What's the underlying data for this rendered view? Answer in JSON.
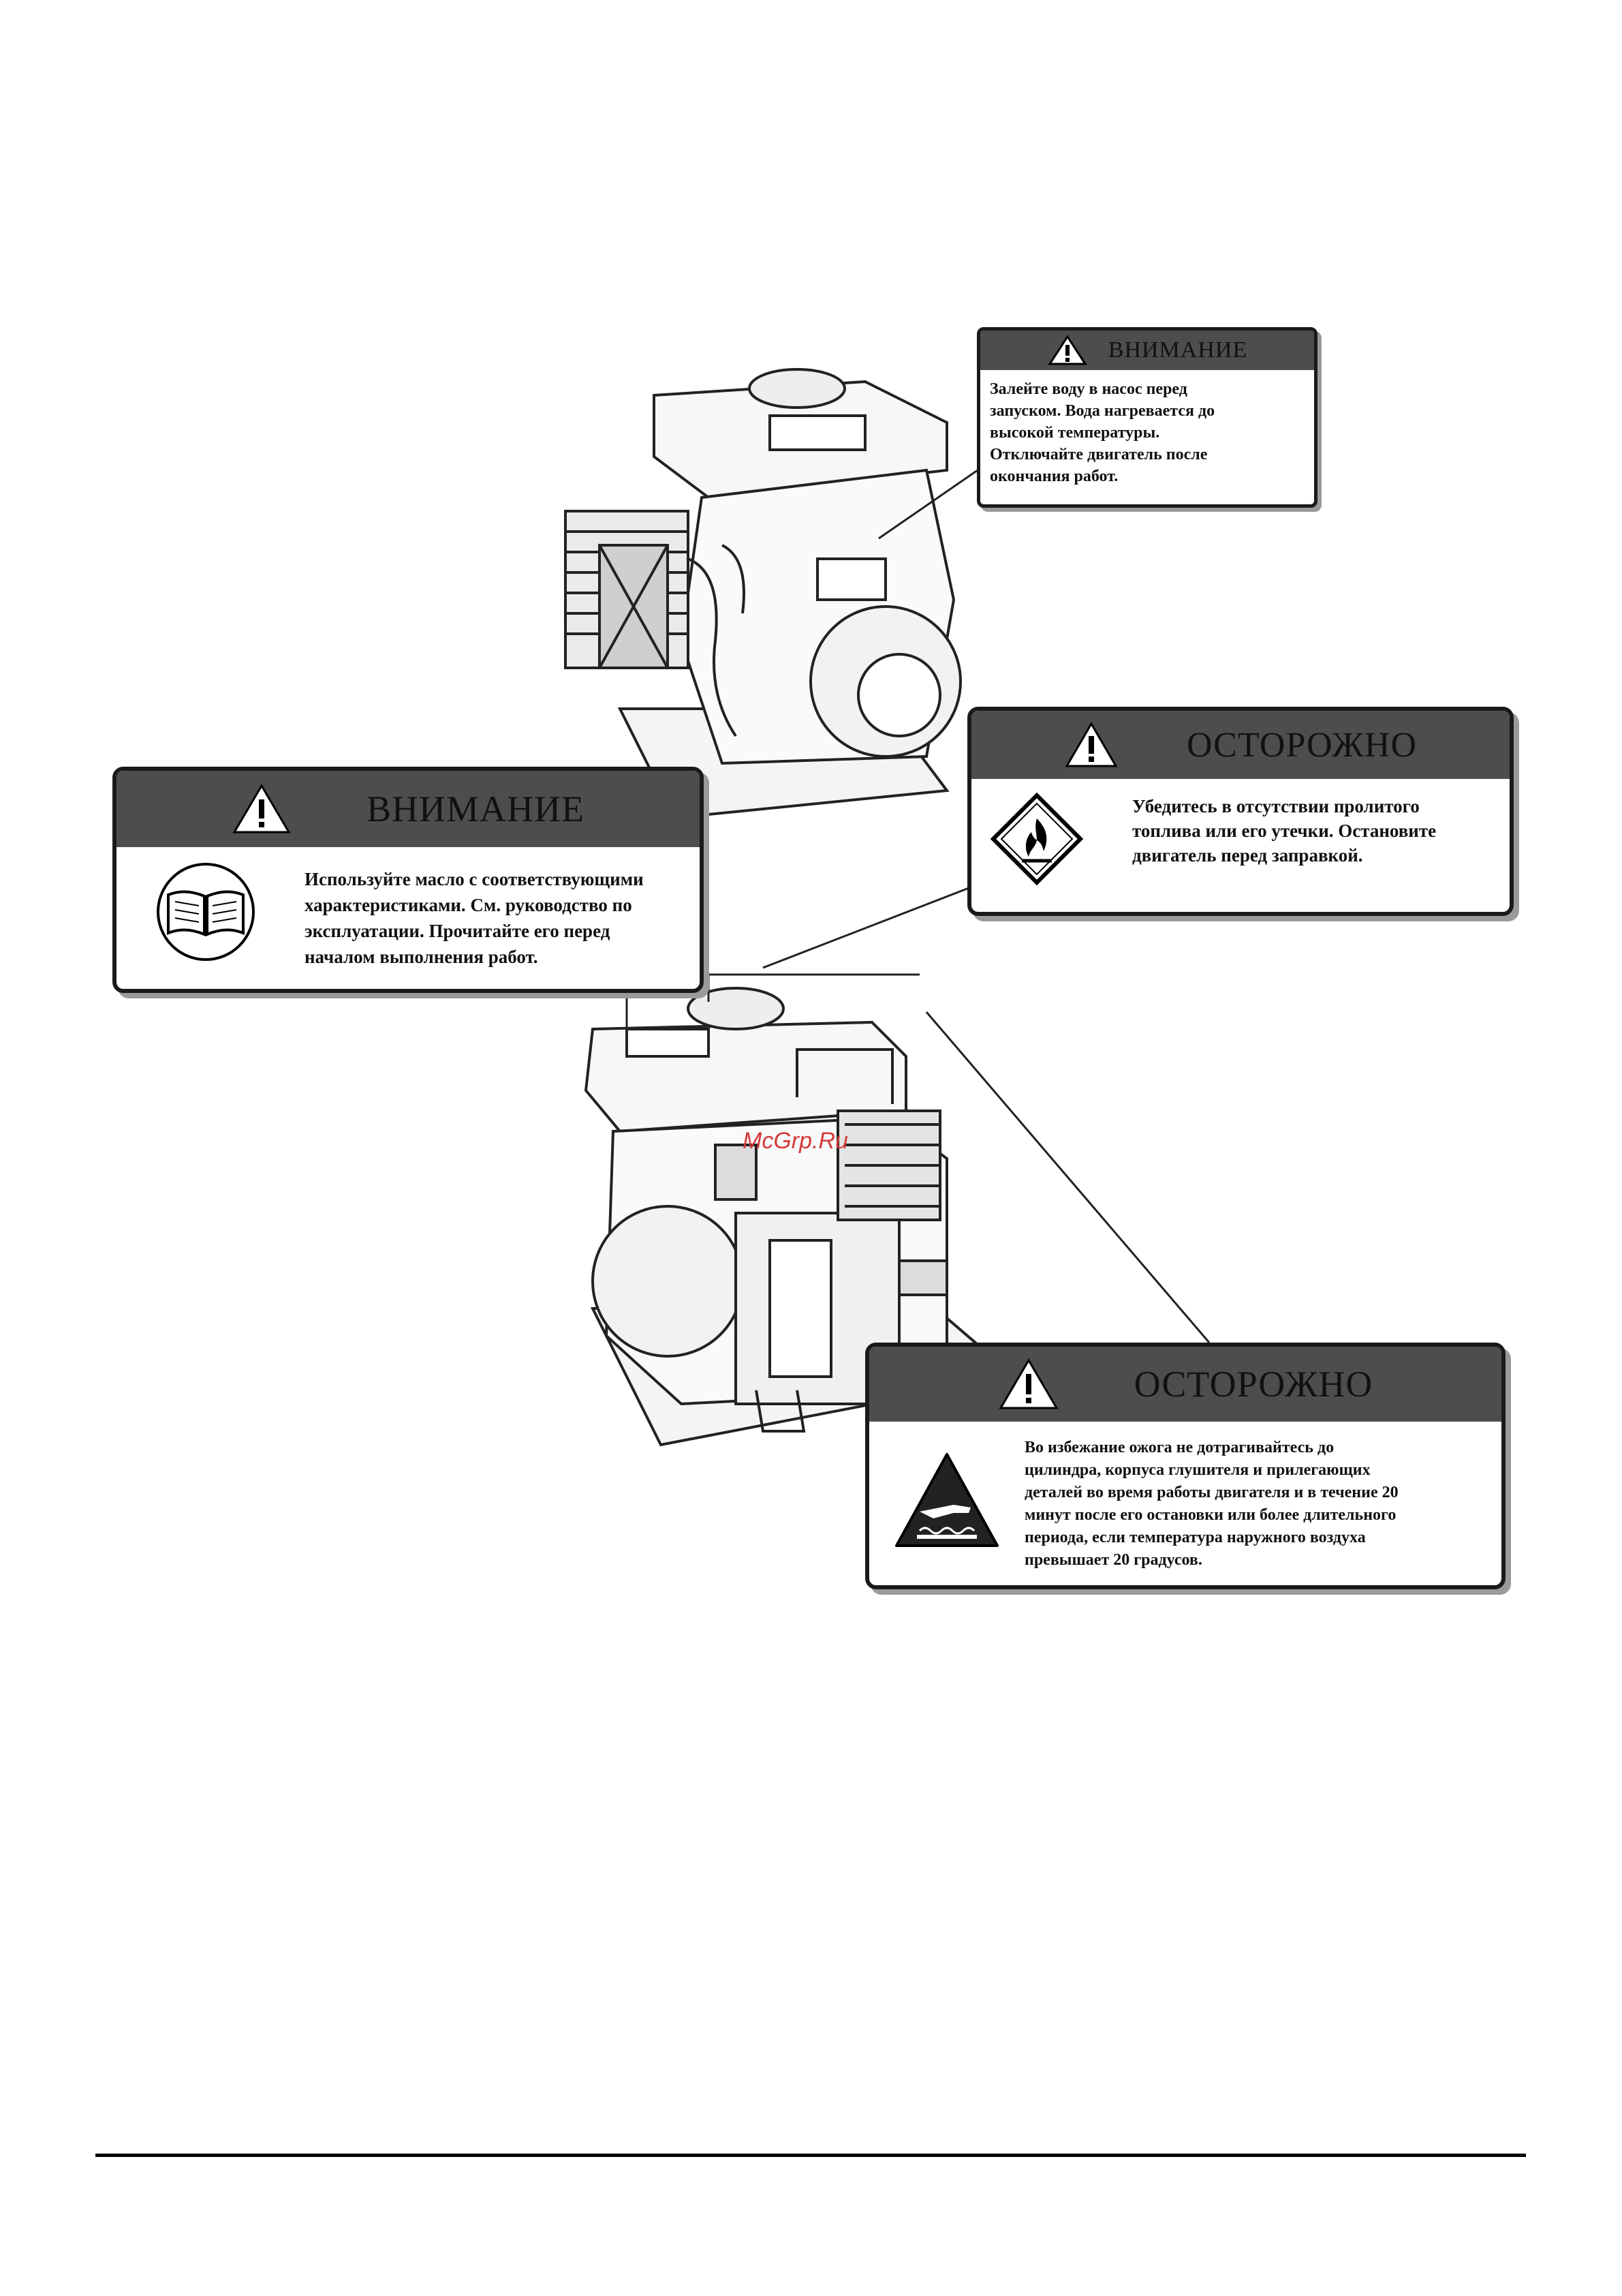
{
  "labels": {
    "top_attention": {
      "title": "ВНИМАНИЕ",
      "lines": [
        "Залейте воду в насос перед",
        "запуском. Вода нагревается до",
        "высокой температуры.",
        "Отключайте двигатель после",
        "окончания работ."
      ]
    },
    "left_attention": {
      "title": "ВНИМАНИЕ",
      "icon": "manual-book-icon",
      "lines": [
        "Используйте масло с соответствующими",
        "характеристиками. См. руководство по",
        "эксплуатации. Прочитайте его перед",
        "началом выполнения работ."
      ]
    },
    "fuel_caution": {
      "title": "ОСТОРОЖНО",
      "icon": "flammable-icon",
      "lines": [
        "Убедитесь в отсутствии пролитого",
        "топлива или его утечки. Остановите",
        "двигатель перед заправкой."
      ]
    },
    "burn_caution": {
      "title": "ОСТОРОЖНО",
      "icon": "hot-surface-icon",
      "lines": [
        "Во избежание ожога не дотрагивайтесь до",
        "цилиндра, корпуса глушителя и прилегающих",
        "деталей во время работы двигателя и в течение 20",
        "минут после его остановки или более длительного",
        "периода, если температура наружного воздуха",
        "превышает 20 градусов."
      ]
    }
  },
  "watermark": "McGrp.Ru",
  "colors": {
    "header": "#4d4d4d",
    "border": "#1a1a1a",
    "watermark": "#d43a3a"
  }
}
